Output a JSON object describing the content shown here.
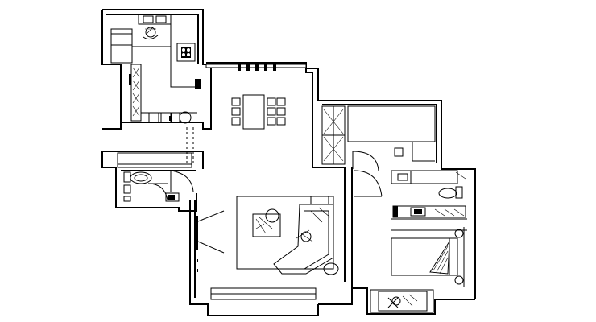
{
  "drawing": {
    "colors": {
      "line": "#000000",
      "background": "#ffffff"
    },
    "rooms": [
      "kitchen",
      "dining-area",
      "bedroom-upper",
      "bathroom-left",
      "living-room",
      "bathroom-right",
      "bedroom-lower",
      "balcony"
    ],
    "furniture": [
      "dining-table-with-6-chairs",
      "sofa-l-shape",
      "coffee-table",
      "double-bed",
      "wardrobe",
      "toilet",
      "washbasin",
      "stove",
      "sink"
    ]
  }
}
